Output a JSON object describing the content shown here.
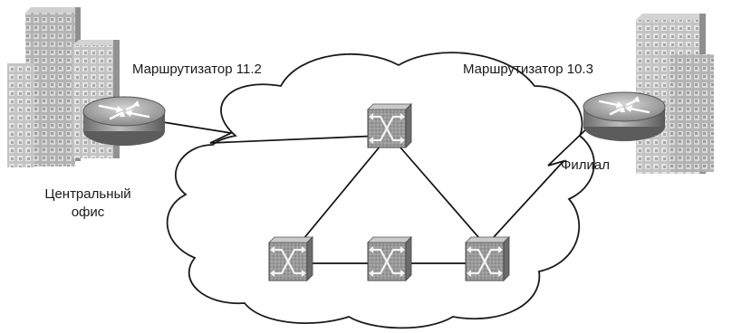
{
  "labels": {
    "router_left": "Маршрутизатор 11.2",
    "router_right": "Маршрутизатор 10.3",
    "branch": "Филиал",
    "central_office_line1": "Центральный",
    "central_office_line2": "офис"
  },
  "icons": {
    "building": "building-icon",
    "router": "router-icon",
    "switch": "atm-switch-icon",
    "cloud": "cloud-icon"
  },
  "colors": {
    "building_face": "#b8b8b8",
    "router_body": "#9a9a9a",
    "switch_body": "#8c8c8c",
    "line": "#111111"
  }
}
